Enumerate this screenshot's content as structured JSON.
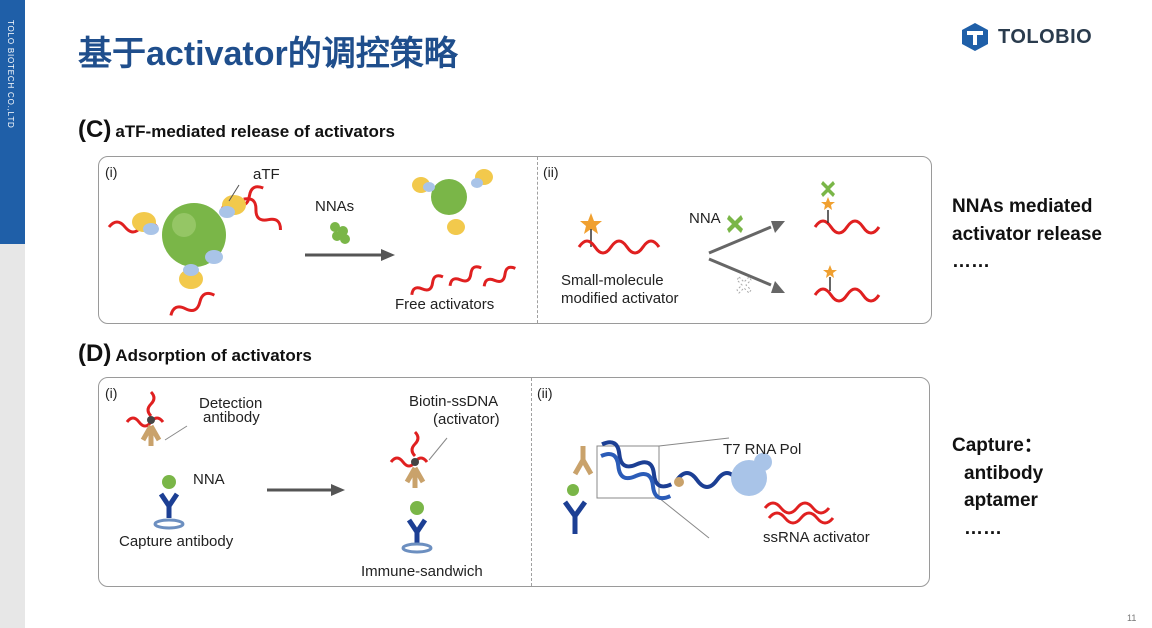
{
  "sidebar": {
    "company": "TOLO BIOTECH CO.,LTD"
  },
  "title": "基于activator的调控策略",
  "logo": {
    "text": "TOLOBIO"
  },
  "sectionC": {
    "letter": "(C)",
    "heading": "aTF-mediated release of activators",
    "left": {
      "roman": "(i)",
      "atf_label": "aTF",
      "nnas_label": "NNAs",
      "free_label": "Free activators"
    },
    "right": {
      "roman": "(ii)",
      "nna_label": "NNA",
      "small_molecule_line1": "Small-molecule",
      "small_molecule_line2": "modified activator"
    }
  },
  "sectionD": {
    "letter": "(D)",
    "heading": "Adsorption of activators",
    "left": {
      "roman": "(i)",
      "detection_line1": "Detection",
      "detection_line2": "antibody",
      "nna_label": "NNA",
      "capture_label": "Capture antibody",
      "biotin_line1": "Biotin-ssDNA",
      "biotin_line2": "(activator)",
      "sandwich_label": "Immune-sandwich"
    },
    "right": {
      "roman": "(ii)",
      "t7_label": "T7 RNA Pol",
      "ssrna_label": "ssRNA activator"
    }
  },
  "notes": {
    "c": [
      "NNAs mediated",
      "activator release",
      "……"
    ],
    "d": [
      "Capture：",
      "antibody",
      "aptamer",
      "……"
    ]
  },
  "page_number": "11",
  "colors": {
    "brand_blue": "#1f5fa8",
    "title_blue": "#1f4e8c",
    "red_strand": "#e02020",
    "green": "#7ab648",
    "yellow": "#f2c94c",
    "dark_blue": "#1c3f94",
    "tan": "#c9a26b"
  }
}
